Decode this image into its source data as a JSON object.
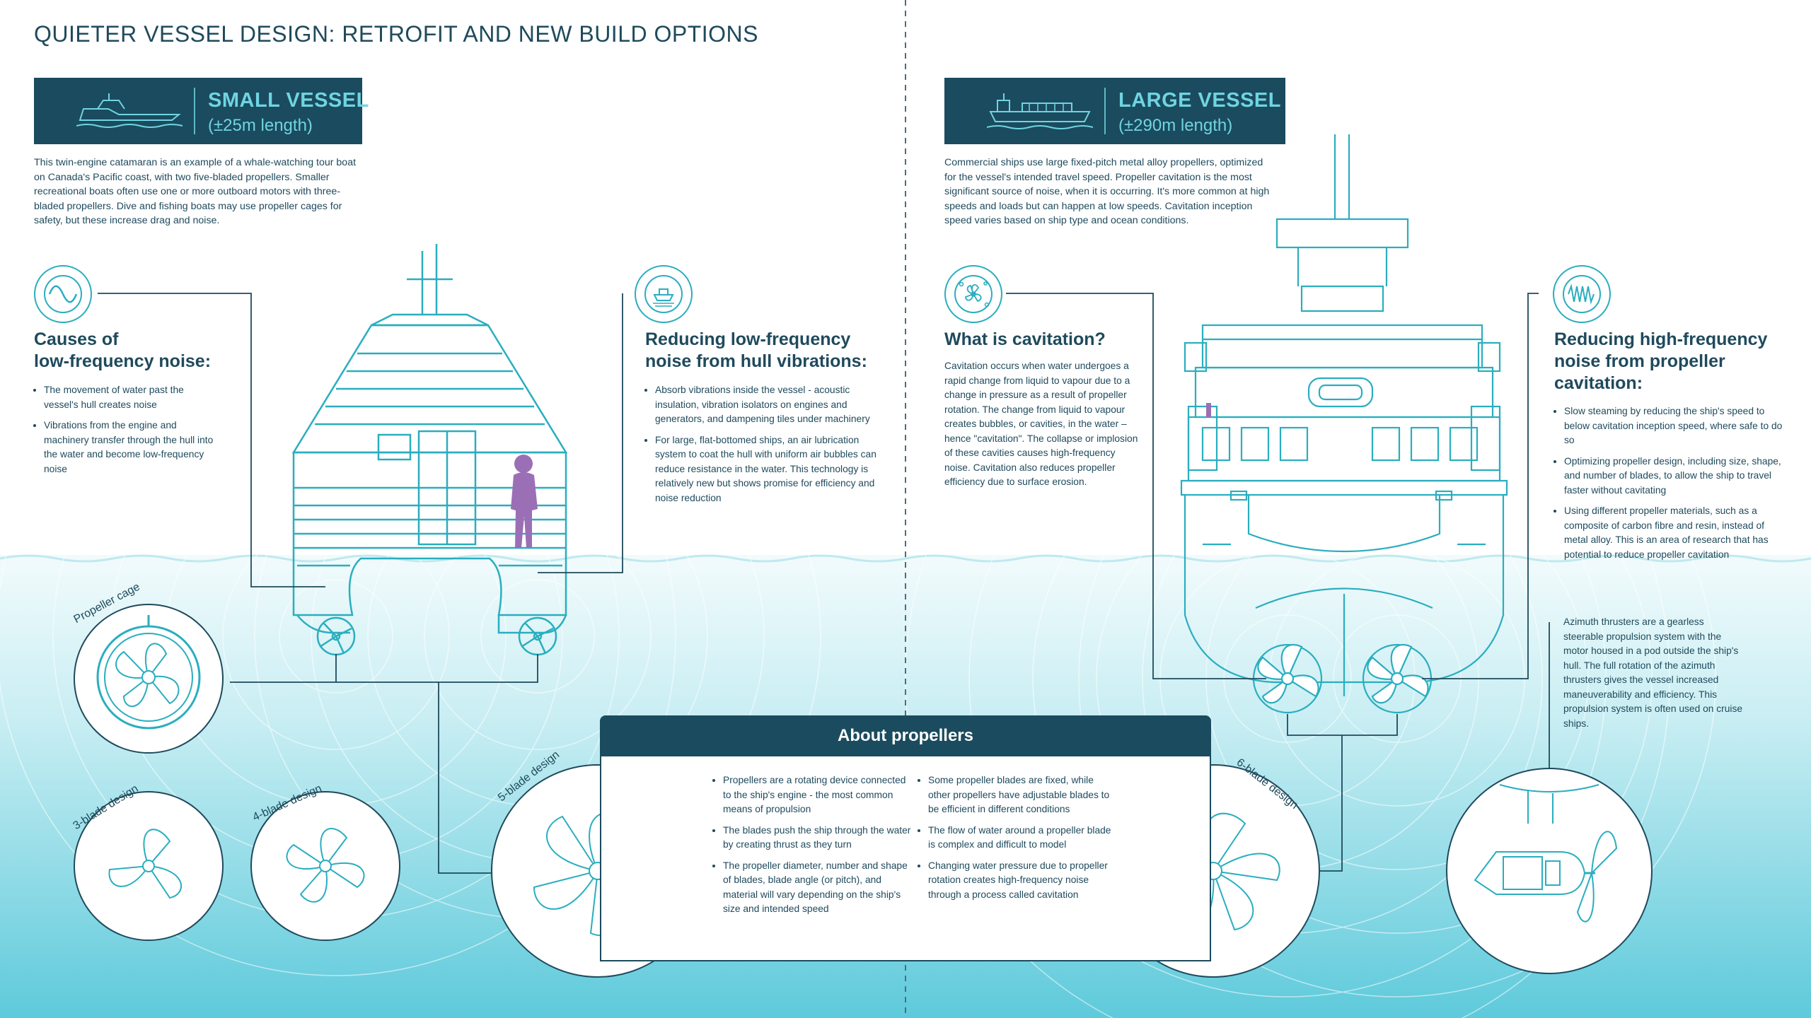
{
  "title": "QUIETER VESSEL DESIGN: RETROFIT AND NEW BUILD OPTIONS",
  "small_vessel": {
    "label": "SMALL VESSEL",
    "length": "(±25m length)",
    "intro": "This twin-engine catamaran is an example of a whale-watching tour boat on Canada's Pacific coast, with two five-bladed propellers. Smaller recreational boats often use one or more outboard motors with three-bladed propellers. Dive and fishing boats may use propeller cages for safety, but these increase drag and noise."
  },
  "large_vessel": {
    "label": "LARGE VESSEL",
    "length": "(±290m length)",
    "intro": "Commercial ships use large fixed-pitch metal alloy propellers, optimized for the vessel's intended travel speed. Propeller cavitation is the most significant source of noise, when it is occurring. It's more common at high speeds and loads but can happen at low speeds. Cavitation inception speed varies based on ship type and ocean conditions."
  },
  "low_freq": {
    "heading_line1": "Causes of",
    "heading_line2": "low-frequency noise:",
    "bullets": [
      "The movement of water past the vessel's hull creates noise",
      "Vibrations from the engine and machinery transfer through the hull into the water and become low-frequency noise"
    ]
  },
  "hull_vib": {
    "heading_line1": "Reducing low-frequency",
    "heading_line2": "noise from hull vibrations:",
    "bullets": [
      "Absorb vibrations inside the vessel - acoustic insulation, vibration isolators on engines and generators, and dampening tiles under machinery",
      "For large, flat-bottomed ships, an air lubrication system to coat the hull with uniform air bubbles can reduce resistance in the water. This technology is relatively new but shows promise for efficiency and noise reduction"
    ]
  },
  "cavitation": {
    "heading": "What is cavitation?",
    "text": "Cavitation occurs when water undergoes a rapid change from liquid to vapour due to a change in pressure as a result of propeller rotation. The change from liquid to vapour creates bubbles, or cavities, in the water – hence \"cavitation\". The collapse or implosion of these cavities causes high-frequency noise. Cavitation also reduces propeller efficiency due to surface erosion."
  },
  "high_freq": {
    "heading_line1": "Reducing high-frequency",
    "heading_line2": "noise from propeller",
    "heading_line3": "cavitation:",
    "bullets": [
      "Slow steaming by reducing the ship's speed to below cavitation inception speed, where safe to do so",
      "Optimizing propeller design, including size, shape, and number of blades, to allow the ship to travel faster without cavitating",
      "Using different propeller materials, such as a composite of carbon fibre and resin, instead of metal alloy. This is an area of research that has potential to reduce propeller cavitation"
    ]
  },
  "azimuth": {
    "text": "Azimuth thrusters are a gearless steerable propulsion system with the motor housed in a pod outside the ship's hull. The full rotation of the azimuth thrusters gives the vessel increased maneuverability and efficiency. This propulsion system is often used on cruise ships."
  },
  "about": {
    "heading": "About propellers",
    "col1": [
      "Propellers are a rotating device connected to the ship's engine - the most common means of propulsion",
      "The blades push the ship through the water by creating thrust as they turn",
      "The propeller diameter, number and shape of blades, blade angle (or pitch), and material will vary depending on the ship's size and intended speed"
    ],
    "col2": [
      "Some propeller blades are fixed, while other propellers have adjustable blades to be efficient in different conditions",
      "The flow of water around a propeller blade is complex and difficult to model",
      "Changing water pressure due to propeller rotation creates high-frequency noise through a process called cavitation"
    ]
  },
  "labels": {
    "cage": "Propeller cage",
    "three": "3-blade design",
    "four": "4-blade design",
    "five": "5-blade design",
    "six": "6-blade design"
  },
  "colors": {
    "navy": "#1b4b5e",
    "teal_line": "#2aaebf",
    "accent_text": "#6fd4e2",
    "person": "#9b6fb5",
    "water_light": "#e6f6f9",
    "water_deep": "#62cddc"
  },
  "icons": {
    "low_freq": "wave-icon",
    "hull_vib": "ship-vibration-icon",
    "cavitation": "propeller-bubbles-icon",
    "high_freq": "high-frequency-wave-icon"
  }
}
